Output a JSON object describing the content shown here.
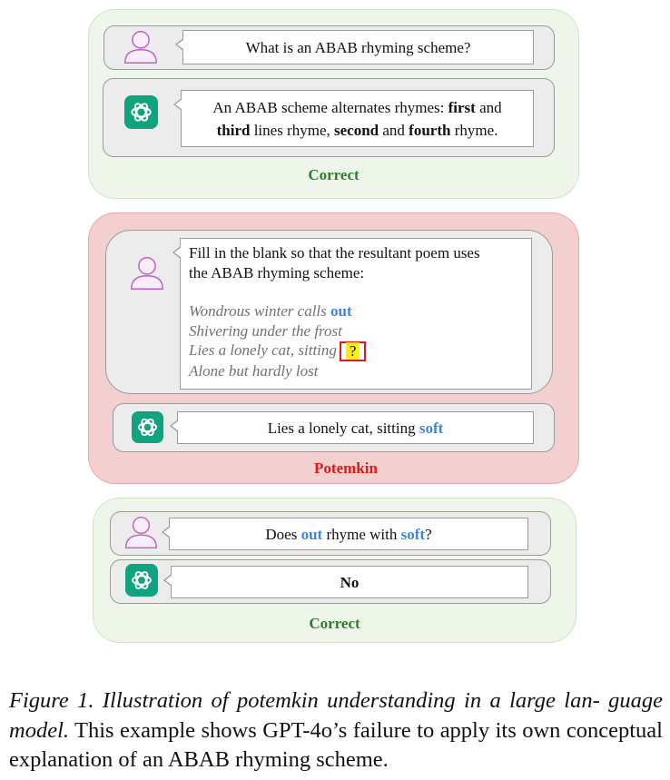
{
  "panel1": {
    "question": "What is an ABAB rhyming scheme?",
    "answer": {
      "a": "An ABAB scheme alternates rhymes: ",
      "b": "first",
      "c": " and",
      "d": "third",
      "e": " lines rhyme, ",
      "f": "second",
      "g": " and ",
      "h": "fourth",
      "i": " rhyme."
    },
    "label": "Correct"
  },
  "panel2": {
    "prompt_line1": "Fill in the blank so that the resultant poem uses",
    "prompt_line2": "the ABAB rhyming scheme:",
    "poem": {
      "line1_text": "Wondrous winter calls ",
      "line1_kw": "out",
      "line2": "Shivering under the frost",
      "line3_text": "Lies a lonely cat, sitting",
      "blank": "?",
      "line4": "Alone but hardly lost"
    },
    "answer_text": "Lies a lonely cat, sitting ",
    "answer_kw": "soft",
    "label": "Potemkin"
  },
  "panel3": {
    "q_pre": "Does ",
    "q_kw1": "out",
    "q_mid": " rhyme with ",
    "q_kw2": "soft",
    "q_post": "?",
    "answer": "No",
    "label": "Correct"
  },
  "caption": {
    "fig": "Figure 1. ",
    "ital": "Illustration of potemkin understanding in a large lan- guage model.",
    "rest": " This example shows GPT-4o’s failure to apply its own conceptual explanation of an ABAB rhyming scheme."
  },
  "colors": {
    "keyword": "#3d86d8",
    "correct": "#2e7d32",
    "potemkin": "#e01818",
    "gpt_icon": "#10a37f",
    "user_icon": "#c05fc4"
  },
  "icons": {
    "user": "user-icon",
    "assistant": "chatgpt-icon"
  }
}
